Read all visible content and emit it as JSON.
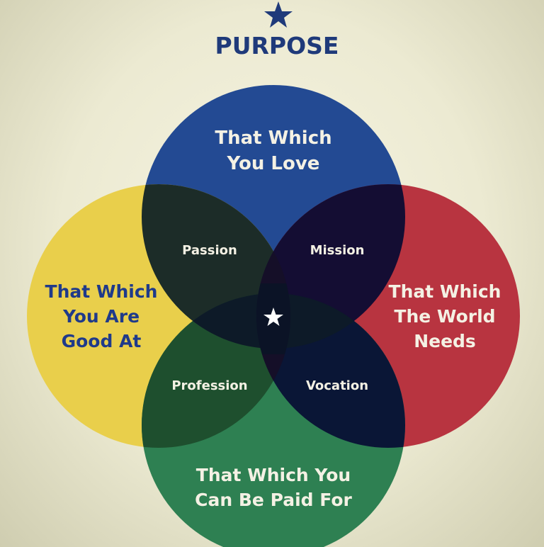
{
  "title": "PURPOSE",
  "icons": {
    "top": "star-icon",
    "center": "star-icon"
  },
  "circles": {
    "love": {
      "line1": "That Which",
      "line2": "You Love",
      "color": "#234a93"
    },
    "good_at": {
      "line1": "That Which",
      "line2": "You Are",
      "line3": "Good At",
      "color": "#e9cf4b"
    },
    "world_needs": {
      "line1": "That Which",
      "line2": "The World",
      "line3": "Needs",
      "color": "#b83440"
    },
    "paid_for": {
      "line1": "That Which You",
      "line2": "Can Be Paid For",
      "color": "#2e8052"
    }
  },
  "overlaps": {
    "passion": "Passion",
    "mission": "Mission",
    "profession": "Profession",
    "vocation": "Vocation"
  },
  "colors": {
    "title": "#1f3a7a",
    "passion": "#1c2c28",
    "mission": "#140d33",
    "profession": "#1e4f2e",
    "vocation": "#0a1636",
    "center": "#0b1326"
  }
}
